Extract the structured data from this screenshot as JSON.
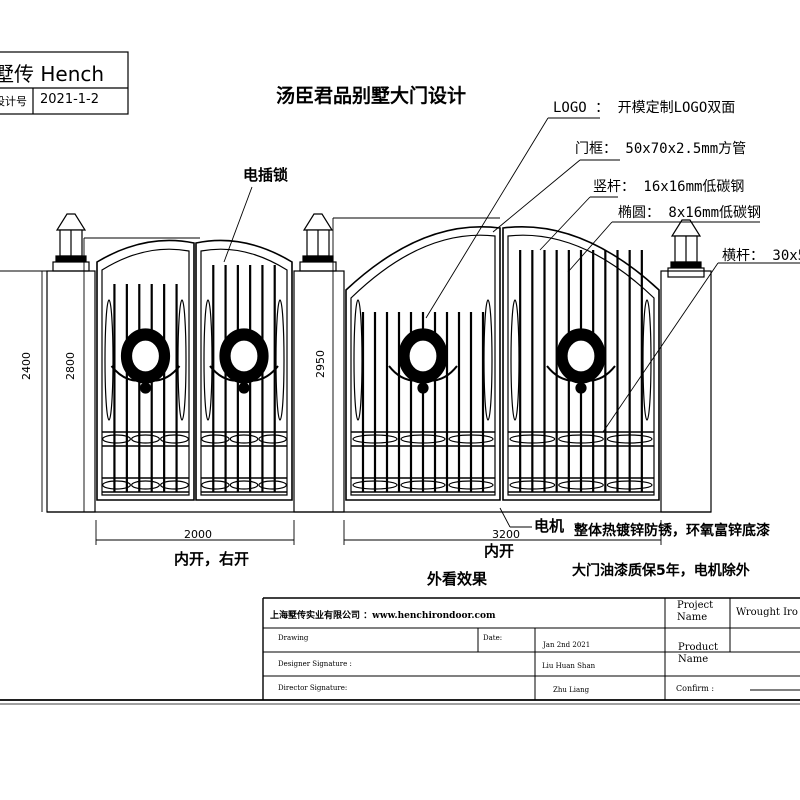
{
  "header": {
    "company_short": "墅传 Hench",
    "design_no_label": "设计号",
    "date": "2021-1-2"
  },
  "title": "汤臣君品别墅大门设计",
  "callouts": {
    "logo": "LOGO ： 开模定制LOGO双面",
    "frame": "门框：  50x70x2.5mm方管",
    "upright": "竖杆： 16x16mm低碳钢",
    "ellipse": "椭圆： 8x16mm低碳钢",
    "crossbar": "横杆： 30x5",
    "lock": "电插锁",
    "motor": "电机",
    "finish": "整体热镀锌防锈，环氧富锌底漆",
    "warranty": "大门油漆质保5年，电机除外"
  },
  "dimensions": {
    "total_height": "2400",
    "left_pillar_height": "2800",
    "right_pillar_height": "2950",
    "small_gate_width": "2000",
    "big_gate_width": "3200"
  },
  "captions": {
    "small_gate_open": "内开，右开",
    "big_gate_open": "内开",
    "view": "外看效果"
  },
  "title_block": {
    "company_line": "上海墅传实业有限公司 ：www.henchirondoor.com",
    "drawing_label": "Drawing",
    "date_label": "Date:",
    "date_value": "Jan 2nd 2021",
    "designer_label": "Designer Signature :",
    "designer_value": "Liu Huan Shan",
    "director_label": "Director Signature:",
    "director_value": "Zhu Liang",
    "project_name_label": "Project Name",
    "project_name_value": "Wrought Iro",
    "product_name_label": "Product Name",
    "confirm_label": "Confirm :"
  }
}
